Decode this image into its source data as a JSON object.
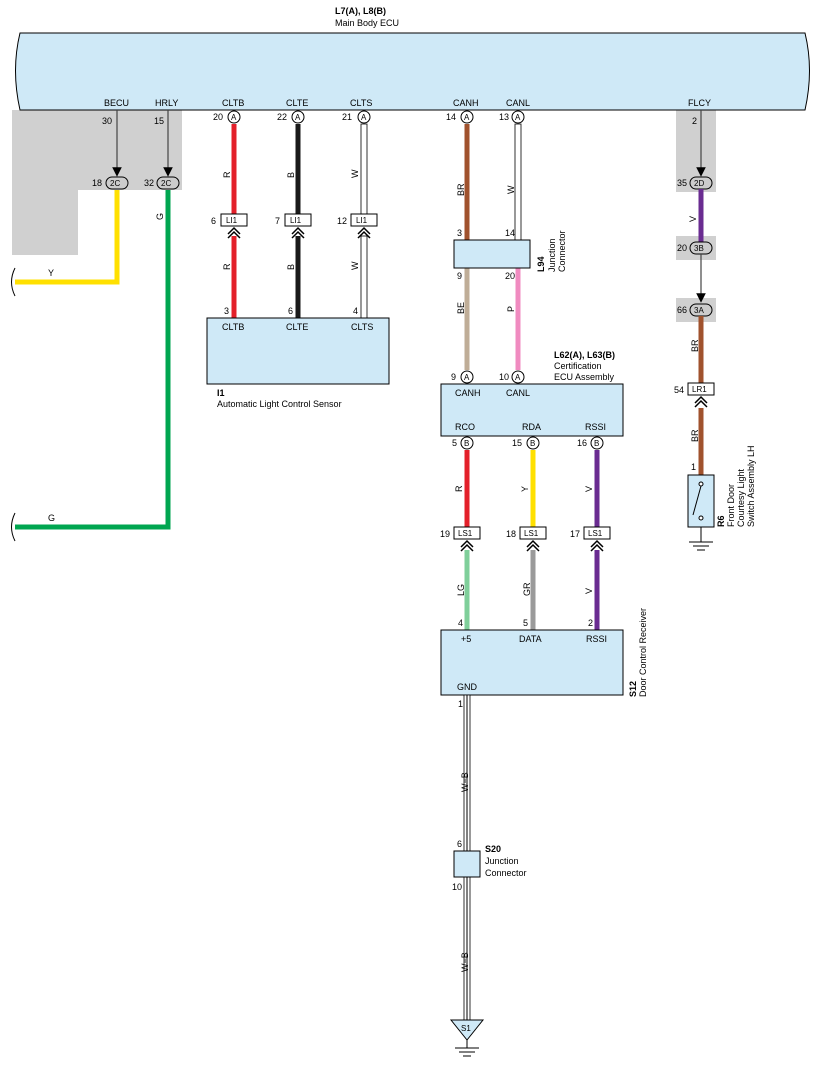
{
  "colors": {
    "ecu_fill": "#cfe9f7",
    "shade": "#d0d0d0",
    "red": "#e3202a",
    "black": "#1a1a1a",
    "white": "#ffffff",
    "brown": "#a0522d",
    "beige": "#bfad97",
    "pink": "#f08bc0",
    "yellow": "#ffe000",
    "green": "#00a650",
    "violet": "#6a2c91",
    "light_green": "#7fcf9a",
    "gray": "#9a9a9a"
  },
  "main_ecu": {
    "code": "L7(A), L8(B)",
    "name": "Main Body ECU",
    "terminals": [
      {
        "name": "BECU",
        "pin": "30"
      },
      {
        "name": "HRLY",
        "pin": "15"
      },
      {
        "name": "CLTB",
        "pin": "20",
        "conn": "A"
      },
      {
        "name": "CLTE",
        "pin": "22",
        "conn": "A"
      },
      {
        "name": "CLTS",
        "pin": "21",
        "conn": "A"
      },
      {
        "name": "CANH",
        "pin": "14",
        "conn": "A"
      },
      {
        "name": "CANL",
        "pin": "13",
        "conn": "A"
      },
      {
        "name": "FLCY",
        "pin": "2"
      }
    ]
  },
  "junction_2c": {
    "pin_y": "18",
    "pin_g": "32",
    "label": "2C"
  },
  "outgoing": {
    "yellow": "Y",
    "green": "G"
  },
  "wire_colors": {
    "r": "R",
    "b": "B",
    "w": "W",
    "br": "BR",
    "be": "BE",
    "p": "P",
    "y": "Y",
    "v": "V",
    "lg": "LG",
    "gr": "GR",
    "wb": "W−B",
    "g": "G"
  },
  "li1": {
    "label": "LI1",
    "pins": [
      "6",
      "7",
      "12"
    ]
  },
  "sensor": {
    "code": "I1",
    "name": "Automatic Light Control Sensor",
    "pins": [
      "3",
      "6",
      "4"
    ],
    "terminals": [
      "CLTB",
      "CLTE",
      "CLTS"
    ]
  },
  "l94": {
    "code": "L94",
    "name1": "Junction",
    "name2": "Connector",
    "pins_top": [
      "3",
      "14"
    ],
    "pins_bottom": [
      "9",
      "20"
    ]
  },
  "cert_ecu": {
    "code": "L62(A), L63(B)",
    "name1": "Certification",
    "name2": "ECU Assembly",
    "top_pins": [
      "9",
      "10"
    ],
    "top_conn": "A",
    "top_terms": [
      "CANH",
      "CANL"
    ],
    "bottom_terms": [
      "RCO",
      "RDA",
      "RSSI"
    ],
    "bottom_pins": [
      "5",
      "15",
      "16"
    ],
    "bottom_conn": "B"
  },
  "ls1": {
    "label": "LS1",
    "pins": [
      "19",
      "18",
      "17"
    ]
  },
  "receiver": {
    "code": "S12",
    "name": "Door Control Receiver",
    "pins": [
      "4",
      "5",
      "2"
    ],
    "terminals": [
      "+5",
      "DATA",
      "RSSI"
    ],
    "gnd_label": "GND",
    "gnd_pin": "1"
  },
  "s20": {
    "code": "S20",
    "name1": "Junction",
    "name2": "Connector",
    "pin_top": "6",
    "pin_bottom": "10"
  },
  "ground_s1": "S1",
  "flcy_chain": {
    "pins": [
      {
        "pin": "35",
        "label": "2D"
      },
      {
        "pin": "20",
        "label": "3B"
      },
      {
        "pin": "66",
        "label": "3A"
      }
    ],
    "lr1": {
      "label": "LR1",
      "pin": "54"
    }
  },
  "switch_r6": {
    "code": "R6",
    "name1": "Front Door",
    "name2": "Courtesy Light",
    "name3": "Switch Assembly LH",
    "pin": "1"
  }
}
